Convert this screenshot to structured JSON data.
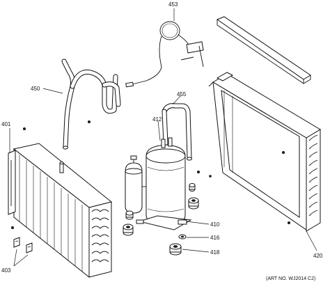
{
  "labels": {
    "p453": "453",
    "p450": "450",
    "p455": "455",
    "p412": "412",
    "p401": "401",
    "p410": "410",
    "p416": "416",
    "p418": "418",
    "p420": "420",
    "p403": "403"
  },
  "art_number": "(ART NO. WJ2014 C2)"
}
